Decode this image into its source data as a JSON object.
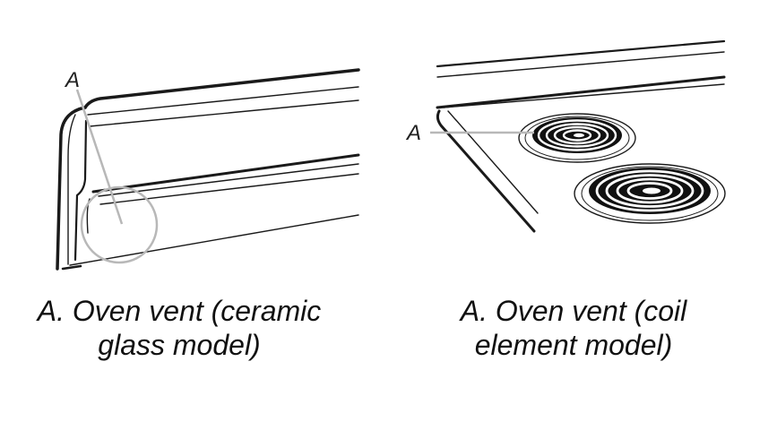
{
  "left_figure": {
    "callout_letter": "A",
    "caption_line1": "A. Oven vent (ceramic",
    "caption_line2": "glass model)"
  },
  "right_figure": {
    "callout_letter": "A",
    "caption_line1": "A. Oven vent (coil",
    "caption_line2": "element model)"
  },
  "colors": {
    "line": "#1a1a1a",
    "callout": "#b8b8b8"
  }
}
